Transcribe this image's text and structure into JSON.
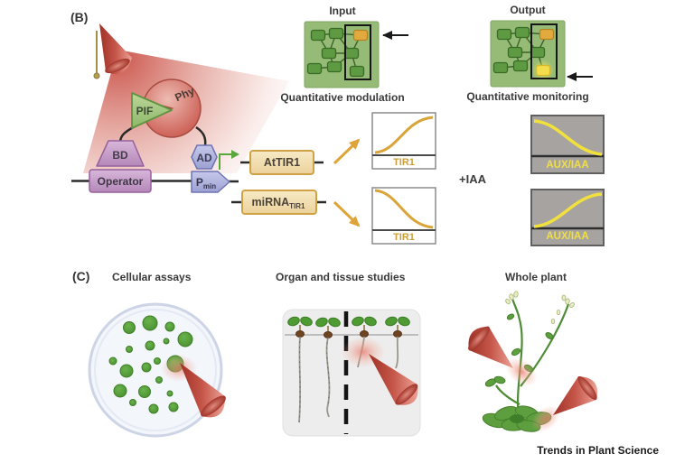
{
  "panel_b": {
    "label": "(B)",
    "construct": {
      "pif": "PIF",
      "phy": "Phy",
      "bd": "BD",
      "operator": "Operator",
      "ad": "AD",
      "promoter_main": "P",
      "promoter_sub": "min"
    },
    "input_network": {
      "title": "Input",
      "caption": "Quantitative modulation"
    },
    "output_network": {
      "title": "Output",
      "caption": "Quantitative monitoring"
    },
    "genes": {
      "activator": "AtTIR1",
      "repressor_main": "miRNA",
      "repressor_sub": "TIR1"
    },
    "response_graphs": {
      "tir1_label": "TIR1",
      "aux_label": "AUX/IAA",
      "treatment": "+IAA",
      "tir1_curves": [
        "increasing-sigmoid",
        "decreasing-sigmoid"
      ],
      "aux_curves": [
        "decreasing-sigmoid",
        "increasing-sigmoid"
      ]
    }
  },
  "panel_c": {
    "label": "(C)",
    "columns": [
      {
        "label": "Cellular assays"
      },
      {
        "label": "Organ and tissue studies"
      },
      {
        "label": "Whole plant"
      }
    ]
  },
  "footer": {
    "journal": "Trends in Plant Science"
  },
  "colors": {
    "light_red": "#c0392b",
    "construct_purple": "#c9a6cc",
    "promoter_blue": "#aeb3de",
    "gene_gold": "#f0dcae",
    "tir1_curve": "#d9a53a",
    "aux_curve": "#f2e13c",
    "network_bg": "#96bb77",
    "node_green": "#5d9a42",
    "node_orange": "#e2a93f",
    "node_yellow": "#f4dd4a"
  }
}
